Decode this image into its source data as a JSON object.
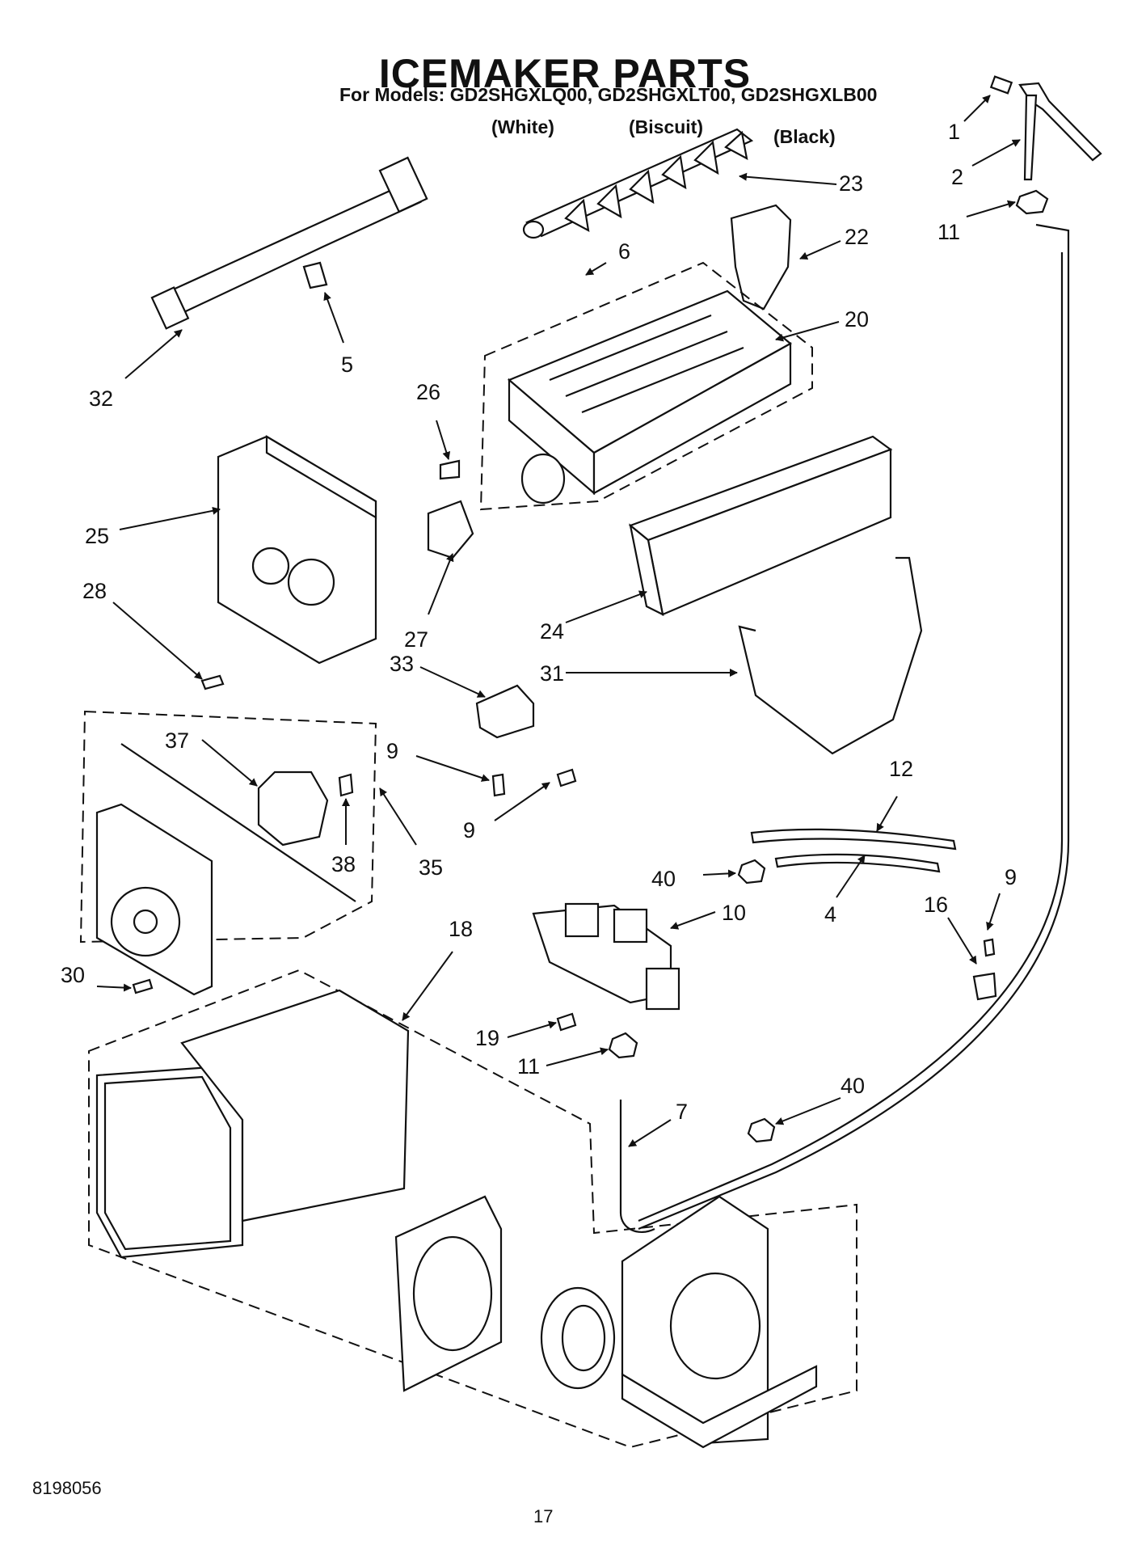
{
  "title": "ICEMAKER PARTS",
  "models_line": "For Models: GD2SHGXLQ00, GD2SHGXLT00, GD2SHGXLB00",
  "colors": [
    "(White)",
    "(Biscuit)",
    "(Black)"
  ],
  "doc_number": "8198056",
  "page_number": "17",
  "callouts": [
    "1",
    "2",
    "11",
    "23",
    "22",
    "6",
    "20",
    "32",
    "5",
    "26",
    "25",
    "28",
    "27",
    "24",
    "33",
    "31",
    "37",
    "9",
    "9",
    "38",
    "35",
    "12",
    "40",
    "10",
    "4",
    "9",
    "16",
    "30",
    "18",
    "19",
    "11",
    "7",
    "40"
  ]
}
